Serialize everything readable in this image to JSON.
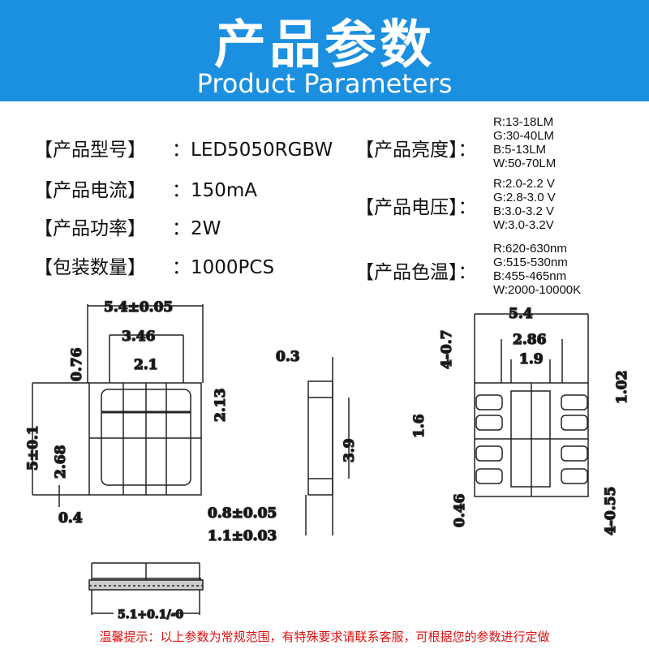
{
  "header": {
    "title": "产品参数",
    "subtitle": "Product Parameters",
    "bg_color": "#1b8fe0"
  },
  "specs_left": [
    {
      "label": "【产品型号】",
      "value": "：LED5050RGBW"
    },
    {
      "label": "【产品电流】",
      "value": "：150mA"
    },
    {
      "label": "【产品功率】",
      "value": "：2W"
    },
    {
      "label": "【包装数量】",
      "value": "：1000PCS"
    }
  ],
  "specs_right": [
    {
      "label": "【产品亮度】：",
      "values": [
        "R:13-18LM",
        "G:30-40LM",
        "B:5-13LM",
        "W:50-70LM"
      ]
    },
    {
      "label": "【产品电压】：",
      "values": [
        "R:2.0-2.2 V",
        "G:2.8-3.0 V",
        "B:3.0-3.2 V",
        "W:3.0-3.2V"
      ]
    },
    {
      "label": "【产品色温】：",
      "values": [
        "R:620-630nm",
        "G:515-530nm",
        "B:455-465nm",
        "W:2000-10000K"
      ]
    }
  ],
  "drawing": {
    "top_view": [
      "5.4±0.05",
      "3.46",
      "2.1",
      "0.76",
      "5±0.1",
      "2.68",
      "2.13",
      "0.4"
    ],
    "side_view": [
      "0.3",
      "3.9",
      "0.8±0.05",
      "1.1±0.03"
    ],
    "bottom_view": [
      "5.4",
      "2.86",
      "1.9",
      "4-0.7",
      "1.6",
      "1.02",
      "0.46",
      "4-0.55"
    ],
    "front_view": [
      "5.1+0.1/-0"
    ]
  },
  "note": "温馨提示：以上参数为常规范围，有特殊要求请联系客服，可根据您的参数进行定做"
}
